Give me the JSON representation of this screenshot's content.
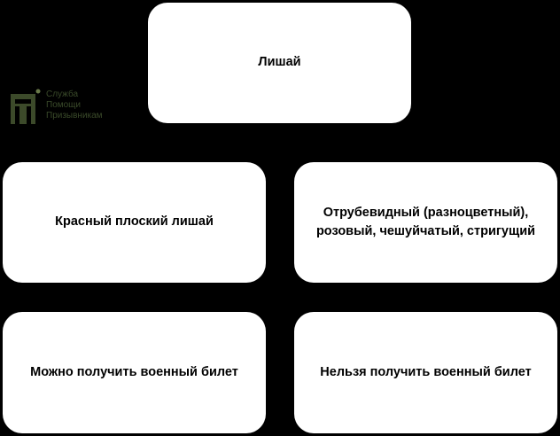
{
  "root": {
    "label": "Лишай"
  },
  "types": [
    {
      "label": "Красный плоский лишай"
    },
    {
      "label": "Отрубевидный (разноцветный), розовый, чешуйчатый, стригущий"
    }
  ],
  "outcomes": [
    {
      "label": "Можно получить военный билет"
    },
    {
      "label": "Нельзя получить военный билет"
    }
  ],
  "logo": {
    "lines": [
      "Служба",
      "Помощи",
      "Призывникам"
    ],
    "color": "#4a5a32"
  }
}
